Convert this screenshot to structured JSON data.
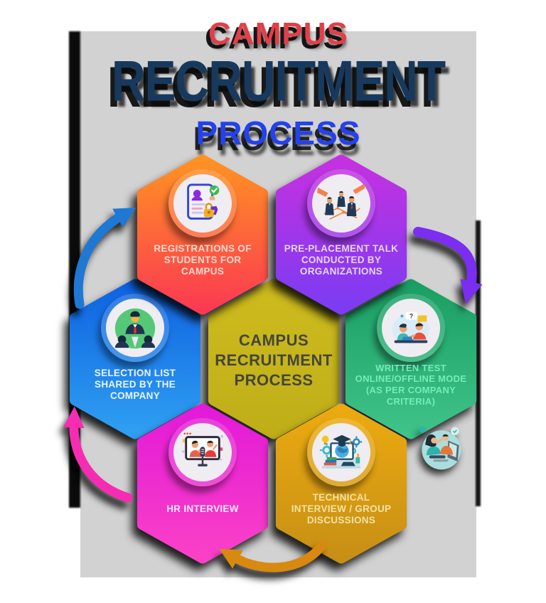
{
  "title": {
    "line1": "CAMPUS",
    "line2": "RECRUITMENT",
    "line3": "PROCESS",
    "line1_color": "#e23f48",
    "line2_color": "#17395e",
    "line3_color": "#2342ee"
  },
  "background": {
    "page_bg": "#ffffff",
    "panel_bg": "#d2d2d2",
    "shadow_color": "#000000"
  },
  "center": {
    "label": "CAMPUS RECRUITMENT PROCESS",
    "color_top": "#cdbb1e",
    "color_bottom": "#bfae18",
    "text_color": "#45453b"
  },
  "steps": [
    {
      "id": "registrations",
      "label": "REGISTRATIONS OF STUDENTS FOR CAMPUS",
      "icon": "registration-form-icon",
      "color_top": "#ff9222",
      "color_bottom": "#fb3a52",
      "text_color": "#ffd9d2"
    },
    {
      "id": "pre-placement-talk",
      "label": "PRE-PLACEMENT TALK CONDUCTED BY ORGANIZATIONS",
      "icon": "recruiters-picking-candidates-icon",
      "color_top": "#c531e0",
      "color_bottom": "#7b3cf2",
      "text_color": "#e3d6fa"
    },
    {
      "id": "written-test",
      "label": "WRITTEN TEST ONLINE/OFFLINE MODE (AS PER COMPANY CRITERIA)",
      "icon": "interview-discussion-icon",
      "color_top": "#1a9e63",
      "color_bottom": "#3fc389",
      "text_color": "#74ecba"
    },
    {
      "id": "technical-interview",
      "label": "TECHNICAL INTERVIEW / GROUP DISCUSSIONS",
      "icon": "technical-learning-icon",
      "color_top": "#ecaa10",
      "color_bottom": "#c78f15",
      "text_color": "#f3e2a4"
    },
    {
      "id": "hr-interview",
      "label": "HR INTERVIEW",
      "icon": "online-interview-icon",
      "color_top": "#e31ad8",
      "color_bottom": "#fa41c6",
      "text_color": "#ffe9fd"
    },
    {
      "id": "selection-list",
      "label": "SELECTION LIST SHARED BY THE COMPANY",
      "icon": "presenter-announcement-icon",
      "color_top": "#0f62e0",
      "color_bottom": "#2f9ff2",
      "text_color": "#eaf5ff"
    }
  ],
  "arrows": [
    {
      "name": "arrow-into-registrations",
      "color": "#1e78d4"
    },
    {
      "name": "arrow-preplacement-to-writtentest",
      "color": "#7b2df2"
    },
    {
      "name": "arrow-technical-to-hr",
      "color": "#d8890f"
    },
    {
      "name": "arrow-hr-to-selection",
      "color": "#f62cb2"
    }
  ],
  "decor": {
    "name": "teamwork-at-computer-illustration"
  }
}
